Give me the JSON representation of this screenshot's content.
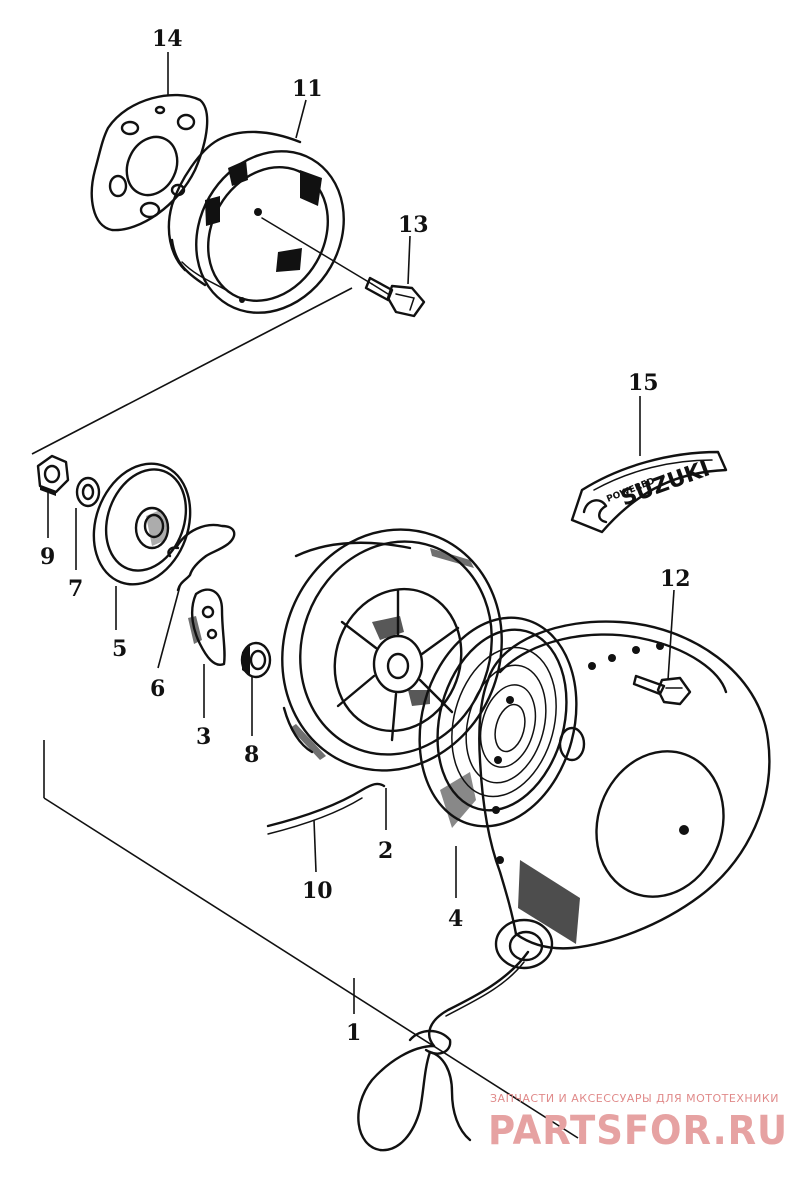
{
  "diagram": {
    "callouts": [
      {
        "id": "14",
        "label": "14"
      },
      {
        "id": "11",
        "label": "11"
      },
      {
        "id": "13",
        "label": "13"
      },
      {
        "id": "15",
        "label": "15"
      },
      {
        "id": "9",
        "label": "9"
      },
      {
        "id": "7",
        "label": "7"
      },
      {
        "id": "5",
        "label": "5"
      },
      {
        "id": "6",
        "label": "6"
      },
      {
        "id": "3",
        "label": "3"
      },
      {
        "id": "8",
        "label": "8"
      },
      {
        "id": "12",
        "label": "12"
      },
      {
        "id": "2",
        "label": "2"
      },
      {
        "id": "10",
        "label": "10"
      },
      {
        "id": "4",
        "label": "4"
      },
      {
        "id": "1",
        "label": "1"
      }
    ],
    "emblem_text": "SUZUKI",
    "emblem_small_text": "POWERED"
  },
  "watermark": {
    "line1": "ЗАПЧАСТИ И АКСЕССУАРЫ ДЛЯ МОТОТЕХНИКИ",
    "line2": "PARTSFOR.RU"
  }
}
